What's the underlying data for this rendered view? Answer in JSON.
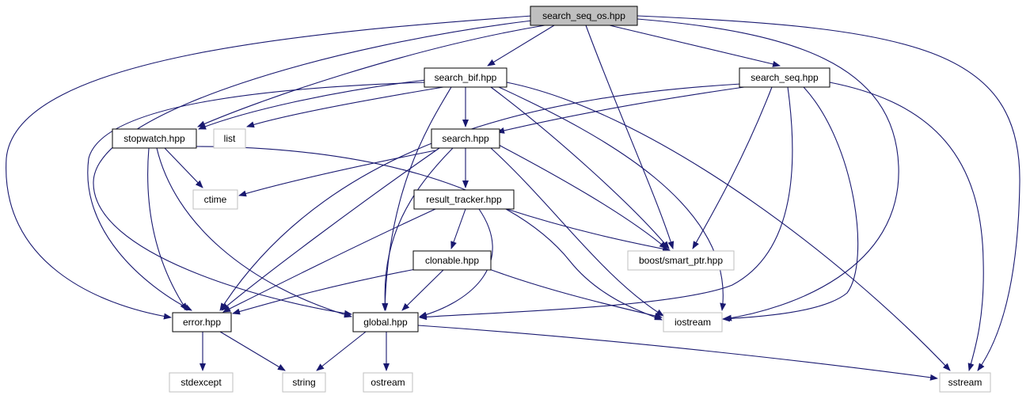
{
  "diagram": {
    "colors": {
      "edge": "#191970",
      "root_fill": "#bfbfbf",
      "documented_border": "#000000",
      "external_border": "#bfbfbf",
      "external_text": "#000000"
    },
    "nodes": [
      {
        "id": "search_seq_os",
        "label": "search_seq_os.hpp",
        "kind": "root"
      },
      {
        "id": "search_bif",
        "label": "search_bif.hpp",
        "kind": "documented"
      },
      {
        "id": "search_seq",
        "label": "search_seq.hpp",
        "kind": "documented"
      },
      {
        "id": "stopwatch",
        "label": "stopwatch.hpp",
        "kind": "documented"
      },
      {
        "id": "list",
        "label": "list",
        "kind": "external"
      },
      {
        "id": "search",
        "label": "search.hpp",
        "kind": "documented"
      },
      {
        "id": "ctime",
        "label": "ctime",
        "kind": "external"
      },
      {
        "id": "result_tracker",
        "label": "result_tracker.hpp",
        "kind": "documented"
      },
      {
        "id": "boost_smart_ptr",
        "label": "boost/smart_ptr.hpp",
        "kind": "external"
      },
      {
        "id": "clonable",
        "label": "clonable.hpp",
        "kind": "documented"
      },
      {
        "id": "error",
        "label": "error.hpp",
        "kind": "documented"
      },
      {
        "id": "global",
        "label": "global.hpp",
        "kind": "documented"
      },
      {
        "id": "iostream",
        "label": "iostream",
        "kind": "external"
      },
      {
        "id": "stdexcept",
        "label": "stdexcept",
        "kind": "external"
      },
      {
        "id": "string",
        "label": "string",
        "kind": "external"
      },
      {
        "id": "ostream",
        "label": "ostream",
        "kind": "external"
      },
      {
        "id": "sstream",
        "label": "sstream",
        "kind": "external"
      }
    ],
    "edges": [
      [
        "search_seq_os",
        "search_bif"
      ],
      [
        "search_seq_os",
        "search_seq"
      ],
      [
        "search_seq_os",
        "stopwatch"
      ],
      [
        "search_seq_os",
        "boost_smart_ptr"
      ],
      [
        "search_seq_os",
        "error"
      ],
      [
        "search_seq_os",
        "global"
      ],
      [
        "search_seq_os",
        "iostream"
      ],
      [
        "search_seq_os",
        "sstream"
      ],
      [
        "search_bif",
        "stopwatch"
      ],
      [
        "search_bif",
        "list"
      ],
      [
        "search_bif",
        "search"
      ],
      [
        "search_bif",
        "boost_smart_ptr"
      ],
      [
        "search_bif",
        "error"
      ],
      [
        "search_bif",
        "global"
      ],
      [
        "search_bif",
        "iostream"
      ],
      [
        "search_bif",
        "sstream"
      ],
      [
        "search_seq",
        "search"
      ],
      [
        "search_seq",
        "boost_smart_ptr"
      ],
      [
        "search_seq",
        "error"
      ],
      [
        "search_seq",
        "global"
      ],
      [
        "search_seq",
        "iostream"
      ],
      [
        "search_seq",
        "sstream"
      ],
      [
        "stopwatch",
        "ctime"
      ],
      [
        "stopwatch",
        "error"
      ],
      [
        "stopwatch",
        "global"
      ],
      [
        "stopwatch",
        "iostream"
      ],
      [
        "search",
        "ctime"
      ],
      [
        "search",
        "result_tracker"
      ],
      [
        "search",
        "boost_smart_ptr"
      ],
      [
        "search",
        "error"
      ],
      [
        "search",
        "global"
      ],
      [
        "search",
        "iostream"
      ],
      [
        "result_tracker",
        "clonable"
      ],
      [
        "result_tracker",
        "boost_smart_ptr"
      ],
      [
        "result_tracker",
        "error"
      ],
      [
        "result_tracker",
        "global"
      ],
      [
        "clonable",
        "error"
      ],
      [
        "clonable",
        "global"
      ],
      [
        "clonable",
        "iostream"
      ],
      [
        "error",
        "stdexcept"
      ],
      [
        "error",
        "string"
      ],
      [
        "global",
        "string"
      ],
      [
        "global",
        "ostream"
      ],
      [
        "global",
        "sstream"
      ]
    ]
  }
}
